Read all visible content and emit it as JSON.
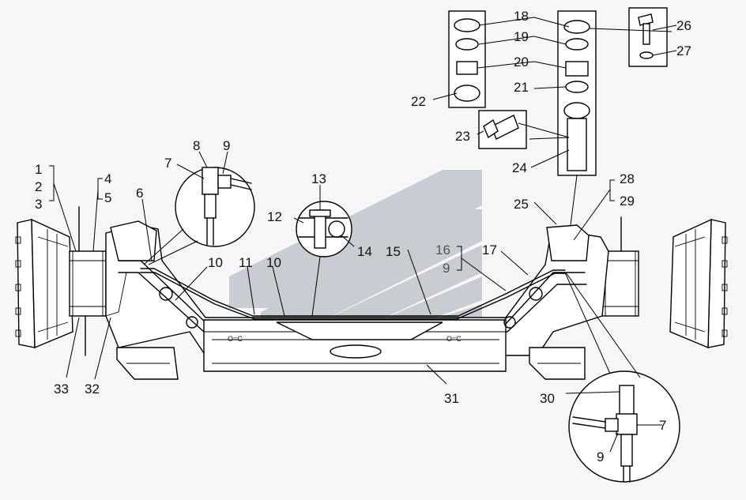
{
  "labels": {
    "l1": "1",
    "l2": "2",
    "l3": "3",
    "l4": "4",
    "l5": "5",
    "l6": "6",
    "l7a": "7",
    "l7b": "7",
    "l8": "8",
    "l9a": "9",
    "l9b": "9",
    "l9c": "9",
    "l10a": "10",
    "l10b": "10",
    "l11": "11",
    "l12": "12",
    "l13": "13",
    "l14": "14",
    "l15": "15",
    "l16": "16",
    "l17": "17",
    "l18": "18",
    "l19": "19",
    "l20": "20",
    "l21": "21",
    "l22": "22",
    "l23": "23",
    "l24": "24",
    "l25": "25",
    "l26": "26",
    "l27": "27",
    "l28": "28",
    "l29": "29",
    "l30": "30",
    "l31": "31",
    "l32": "32",
    "l33": "33"
  },
  "plate_marks": {
    "left": "O=C",
    "right": "O=C"
  }
}
